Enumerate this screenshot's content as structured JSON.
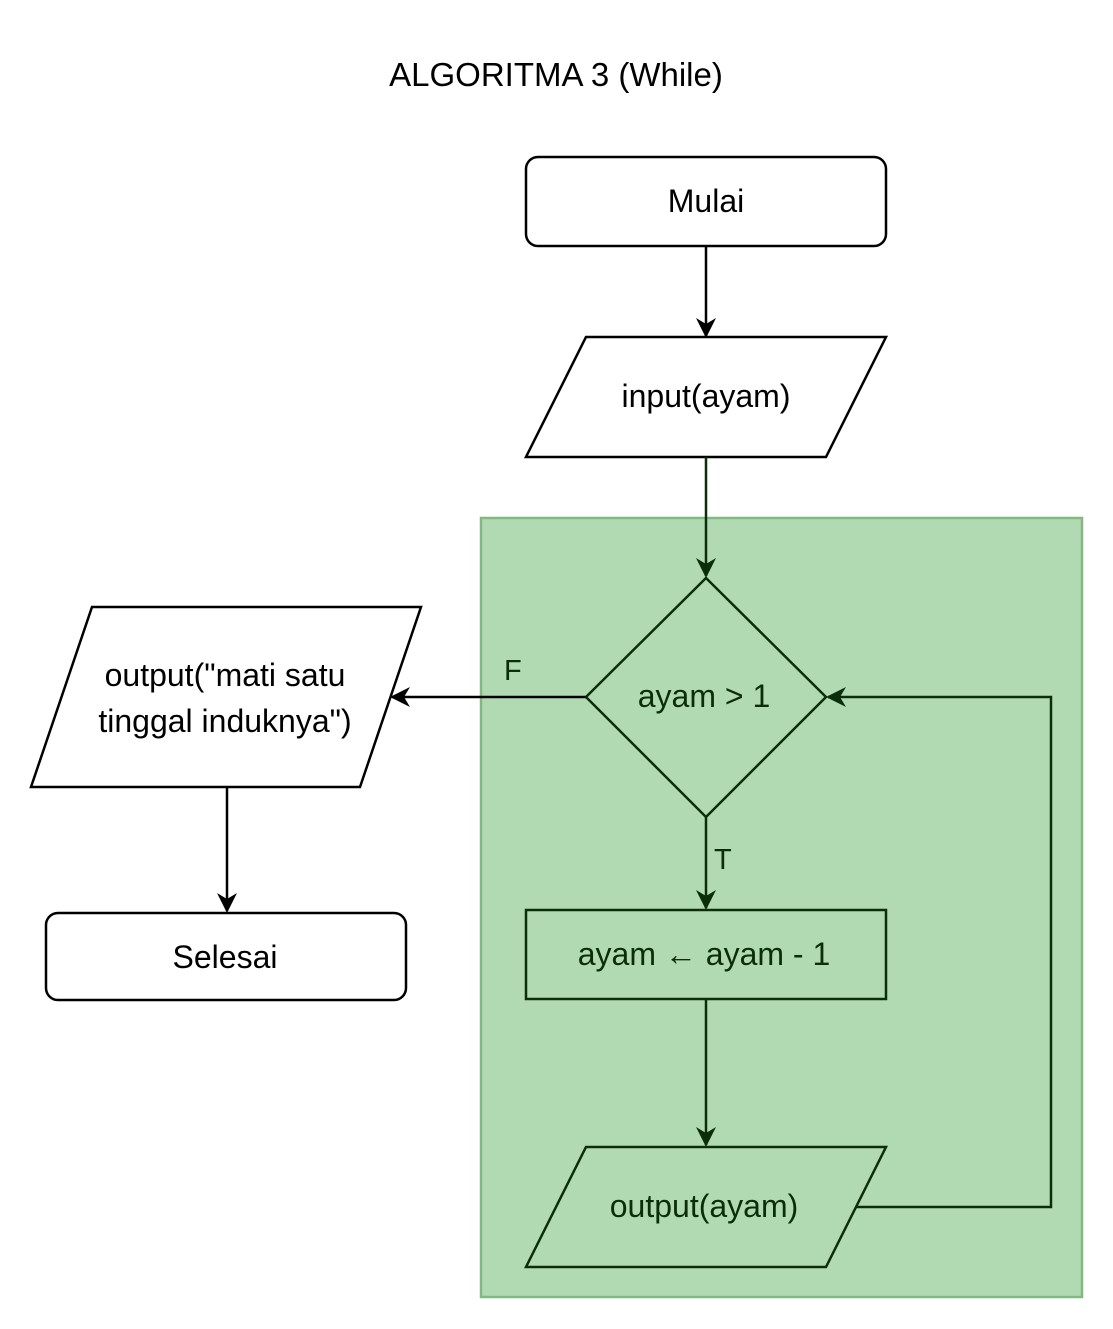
{
  "title": "ALGORITMA 3 (While)",
  "colors": {
    "loop_fill": "#b2dab2",
    "loop_border": "#82b882",
    "stroke_dark": "#000000",
    "stroke_green": "#0a2e0a"
  },
  "nodes": {
    "start": "Mulai",
    "input": "input(ayam)",
    "decision": "ayam > 1",
    "assign": "ayam ← ayam - 1",
    "loop_output": "output(ayam)",
    "final_output_line1": "output(\"mati satu",
    "final_output_line2": "tinggal induknya\")",
    "end": "Selesai"
  },
  "edges": {
    "false_label": "F",
    "true_label": "T"
  }
}
